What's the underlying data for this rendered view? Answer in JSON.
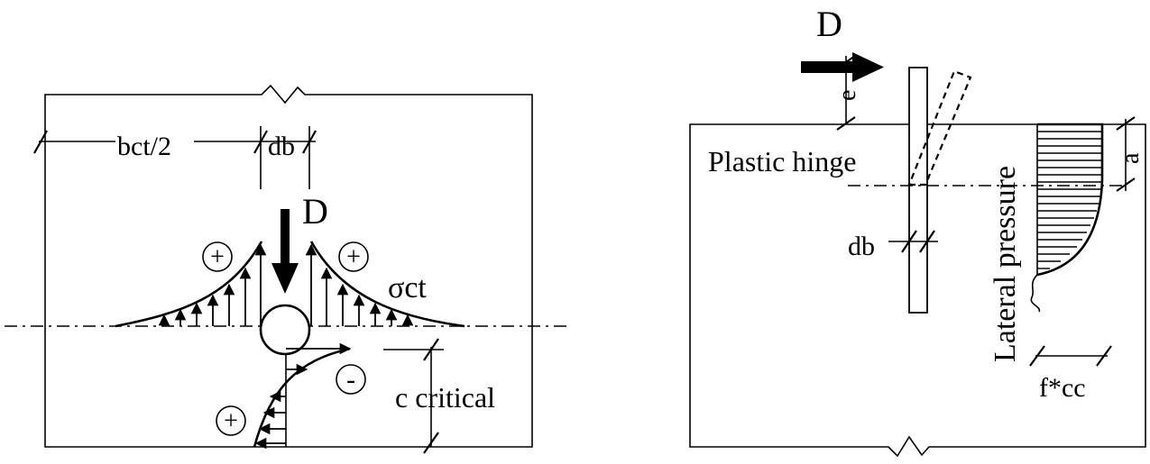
{
  "left_panel": {
    "dim_half_width": "bct/2",
    "dim_bar_diameter": "db",
    "load_label": "D",
    "stress_label": "σct",
    "sign_plus": "+",
    "sign_minus": "-",
    "critical_label": "c critical"
  },
  "right_panel": {
    "load_label": "D",
    "eccentricity_label": "e",
    "hinge_label": "Plastic hinge",
    "bar_diameter_label": "db",
    "pressure_label": "Lateral pressure",
    "depth_label": "a",
    "strength_label": "f*cc"
  }
}
